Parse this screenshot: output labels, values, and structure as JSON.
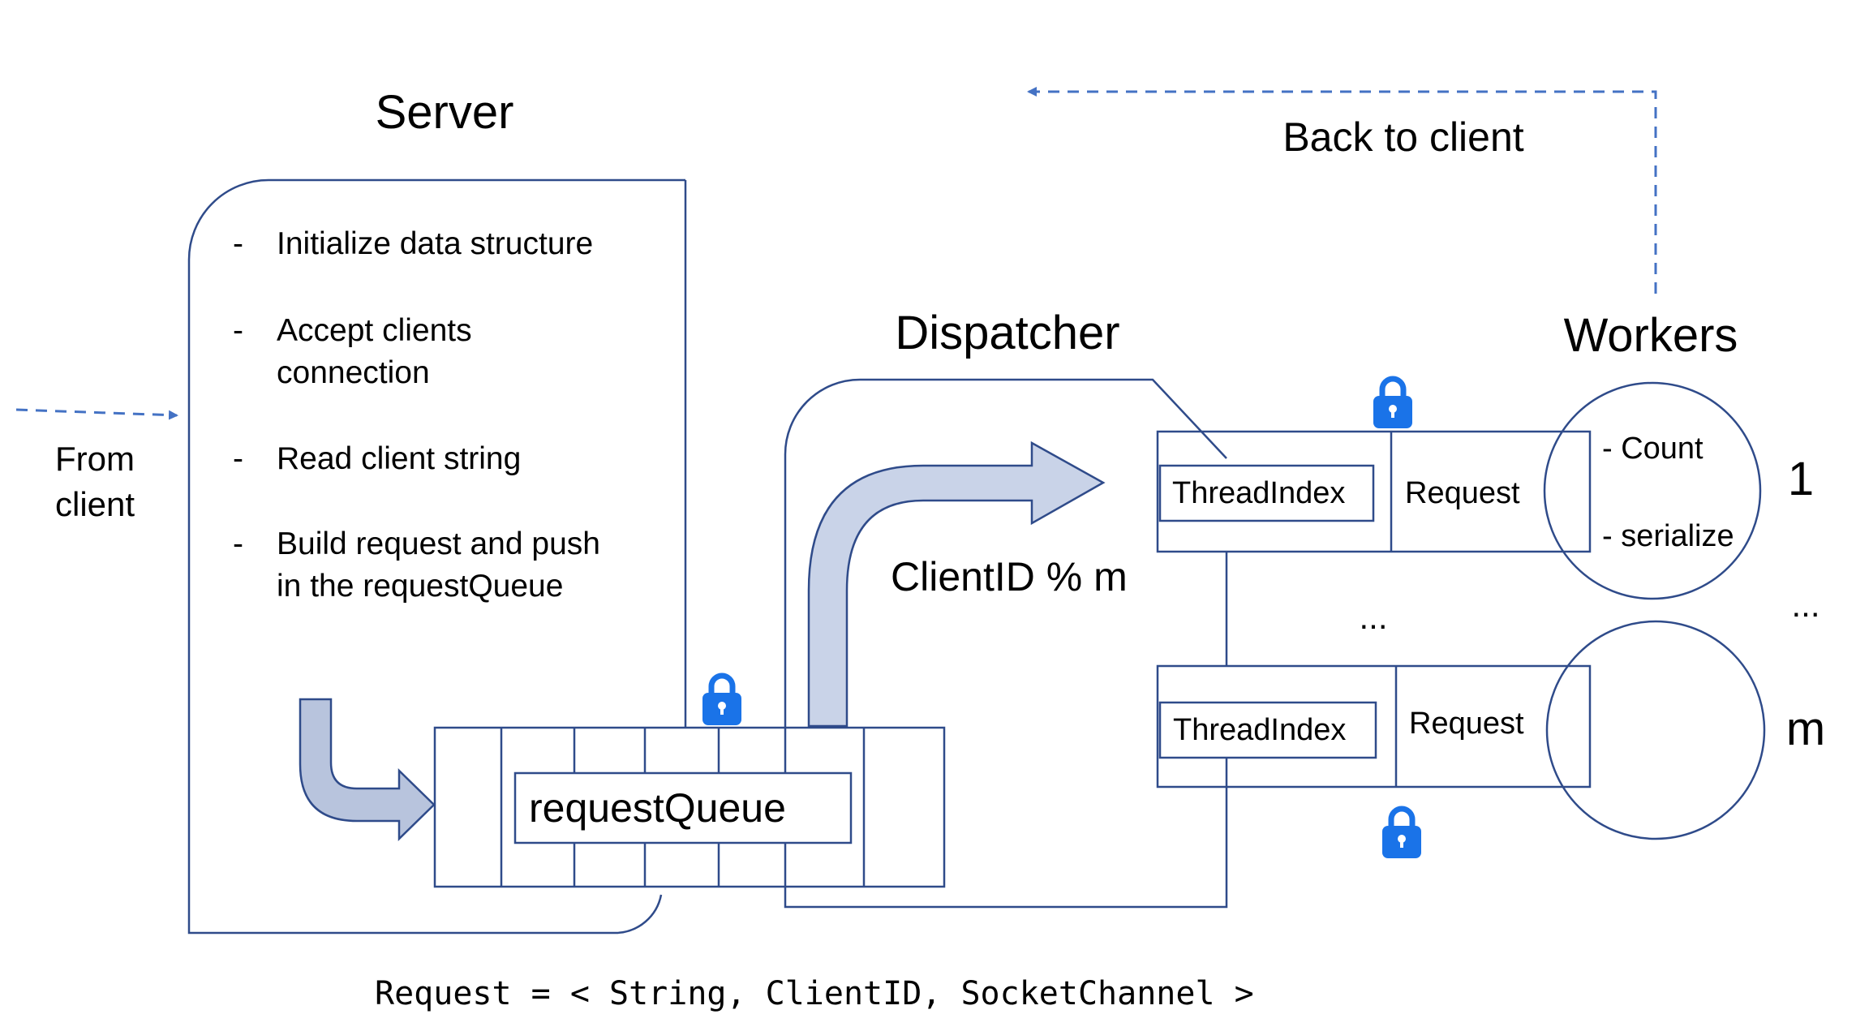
{
  "diagram": {
    "server": {
      "title": "Server",
      "bullets": [
        {
          "dash": "-",
          "lines": [
            "Initialize data structure"
          ]
        },
        {
          "dash": "-",
          "lines": [
            "Accept clients",
            "connection"
          ]
        },
        {
          "dash": "-",
          "lines": [
            "Read client string"
          ]
        },
        {
          "dash": "-",
          "lines": [
            "Build request and push",
            "in the requestQueue"
          ]
        }
      ],
      "queue_label": "requestQueue"
    },
    "from_client": {
      "line1": "From",
      "line2": "client"
    },
    "back_to_client": "Back to client",
    "dispatcher": {
      "title": "Dispatcher",
      "rule": "ClientID % m"
    },
    "workers": {
      "title": "Workers",
      "tasks": [
        "- Count",
        "- serialize"
      ],
      "first_index": "1",
      "ellipsis": "...",
      "last_index": "m"
    },
    "slots": [
      {
        "index_label": "ThreadIndex",
        "request_label": "Request"
      },
      {
        "index_label": "ThreadIndex",
        "request_label": "Request"
      }
    ],
    "slots_ellipsis": "...",
    "request_definition": "Request = < String, ClientID, SocketChannel >",
    "colors": {
      "line": "#2f4b8a",
      "dashed_arrow": "#4472c4",
      "big_arrow_fill": "#c9d3e8",
      "big_arrow_stroke": "#2f4b8a",
      "lock": "#1a73e8"
    },
    "icons": [
      "lock-icon",
      "lock-icon",
      "lock-icon"
    ]
  }
}
